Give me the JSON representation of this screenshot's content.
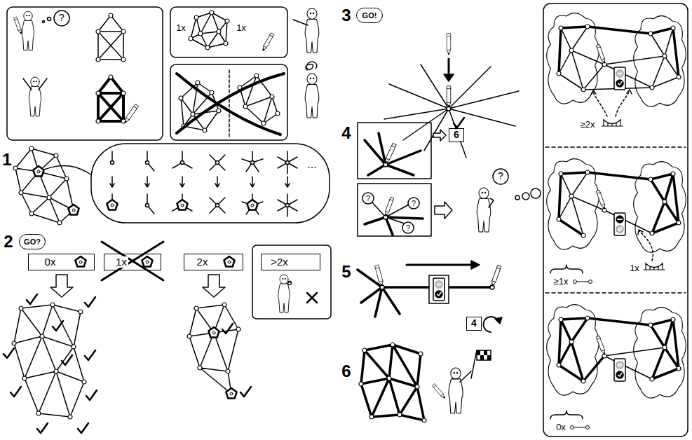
{
  "diagram": {
    "nodes": [
      {
        "text": [
          "GO?"
        ]
      },
      {
        "text": [
          "0x"
        ]
      },
      {
        "text": [
          "1x"
        ]
      },
      {
        "text": [
          "2x"
        ]
      },
      {
        "text": [
          ">2x"
        ]
      },
      {
        "text": [
          "GO!"
        ]
      },
      {
        "text": [
          "6"
        ]
      },
      {
        "text": [
          "4"
        ]
      }
    ],
    "labels": [
      "?",
      "1x",
      "1x",
      "1",
      "...",
      "2",
      "3",
      "4",
      "?",
      "?",
      "?",
      "?",
      "5",
      "6",
      "≥2x",
      "1x",
      "≥1x",
      "0x"
    ]
  }
}
